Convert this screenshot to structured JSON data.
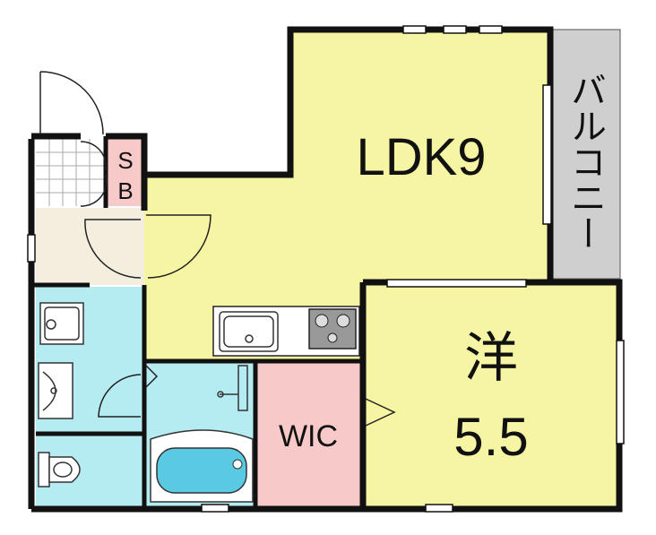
{
  "floorplan": {
    "rooms": {
      "ldk": {
        "label": "LDK9",
        "color": "#f5f5a3"
      },
      "western": {
        "label_1": "洋",
        "label_2": "5.5",
        "color": "#f5f5a3"
      },
      "wic": {
        "label": "WIC",
        "color": "#f7c9c9"
      },
      "storage": {
        "label_1": "S",
        "label_2": "B",
        "color": "#f7c9c9"
      },
      "balcony": {
        "label": "バルコニー",
        "color": "#cfcfcf"
      },
      "entrance": {
        "color": "#f4eedf"
      },
      "washroom": {
        "color": "#b5ecf2"
      },
      "bathroom": {
        "color": "#b5ecf2"
      },
      "toilet": {
        "color": "#b5ecf2"
      }
    },
    "fixtures": [
      "washing-machine-pan",
      "wash-basin",
      "toilet",
      "bathtub",
      "kitchen-sink",
      "gas-stove",
      "shoe-cabinet"
    ]
  }
}
